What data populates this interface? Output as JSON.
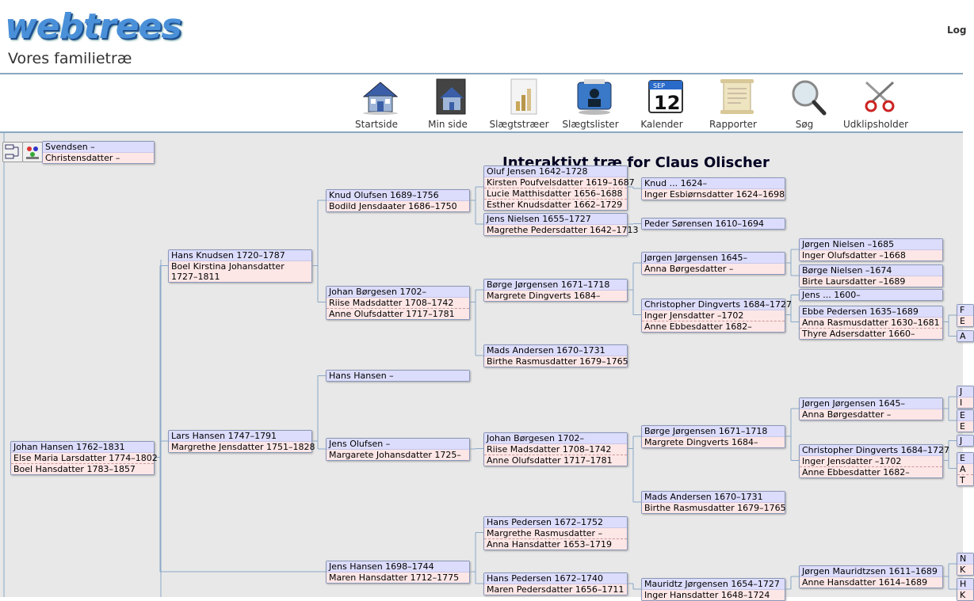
{
  "header": {
    "logo_text": "webtrees",
    "site_title": "Vores familietræ",
    "login_label": "Log"
  },
  "menu": [
    {
      "label": "Startside",
      "icon": "home-icon"
    },
    {
      "label": "Min side",
      "icon": "my-page-icon"
    },
    {
      "label": "Slægtstræer",
      "icon": "charts-icon"
    },
    {
      "label": "Slægtslister",
      "icon": "lists-icon"
    },
    {
      "label": "Kalender",
      "icon": "calendar-icon",
      "calendar_month": "SEP",
      "calendar_day": "12"
    },
    {
      "label": "Rapporter",
      "icon": "reports-scroll-icon"
    },
    {
      "label": "Søg",
      "icon": "search-magnifier-icon"
    },
    {
      "label": "Udklipsholder",
      "icon": "clippings-scissors-icon"
    }
  ],
  "chart": {
    "title": "Interaktivt træ for Claus Olischer",
    "boxes": [
      {
        "id": "b0",
        "lines": [
          {
            "t": "p",
            "text": "Svendsen –"
          },
          {
            "t": "s",
            "text": "Christensdatter –"
          }
        ]
      },
      {
        "id": "b1",
        "lines": [
          {
            "t": "p",
            "text": "Johan Hansen 1762–1831"
          },
          {
            "t": "s",
            "text": "Else Maria Larsdatter 1774–1802"
          },
          {
            "t": "s",
            "text": "Boel Hansdatter 1783–1857"
          }
        ]
      },
      {
        "id": "b2",
        "lines": [
          {
            "t": "p",
            "text": "Hans Knudsen 1720–1787"
          },
          {
            "t": "s",
            "text": "Boel Kirstina Johansdatter"
          },
          {
            "t": "s2",
            "text": "1727–1811"
          }
        ]
      },
      {
        "id": "b3",
        "lines": [
          {
            "t": "p",
            "text": "Lars Hansen 1747–1791"
          },
          {
            "t": "s",
            "text": "Margrethe Jensdatter 1751–1828"
          }
        ]
      },
      {
        "id": "b4",
        "lines": [
          {
            "t": "p",
            "text": "Knud Olufsen 1689–1756"
          },
          {
            "t": "s",
            "text": "Bodild Jensdaater 1686–1750"
          }
        ]
      },
      {
        "id": "b5",
        "lines": [
          {
            "t": "p",
            "text": "Johan Børgesen 1702–"
          },
          {
            "t": "s",
            "text": "Riise Madsdatter 1708–1742"
          },
          {
            "t": "s",
            "text": "Anne Olufsdatter 1717–1781"
          }
        ]
      },
      {
        "id": "b6",
        "lines": [
          {
            "t": "p",
            "text": "Hans Hansen –"
          }
        ]
      },
      {
        "id": "b7",
        "lines": [
          {
            "t": "p",
            "text": "Jens Olufsen –"
          },
          {
            "t": "s",
            "text": "Margarete Johansdatter 1725–"
          }
        ]
      },
      {
        "id": "b8",
        "lines": [
          {
            "t": "p",
            "text": "Jens Hansen 1698–1744"
          },
          {
            "t": "s",
            "text": "Maren Hansdatter 1712–1775"
          }
        ]
      },
      {
        "id": "b9",
        "lines": [
          {
            "t": "p",
            "text": "Oluf Jensen 1642–1728"
          },
          {
            "t": "s",
            "text": "Kirsten Poufvelsdatter 1619–1687"
          },
          {
            "t": "s",
            "text": "Lucie Matthisdatter 1656–1688"
          },
          {
            "t": "s",
            "text": "Esther Knudsdatter 1662–1729"
          }
        ]
      },
      {
        "id": "b10",
        "lines": [
          {
            "t": "p",
            "text": "Jens Nielsen 1655–1727"
          },
          {
            "t": "s",
            "text": "Magrethe Pedersdatter 1642–1713"
          }
        ]
      },
      {
        "id": "b11",
        "lines": [
          {
            "t": "p",
            "text": "Børge Jørgensen 1671–1718"
          },
          {
            "t": "s",
            "text": "Margrete Dingverts 1684–"
          }
        ]
      },
      {
        "id": "b12",
        "lines": [
          {
            "t": "p",
            "text": "Mads Andersen 1670–1731"
          },
          {
            "t": "s",
            "text": "Birthe Rasmusdatter 1679–1765"
          }
        ]
      },
      {
        "id": "b13",
        "lines": [
          {
            "t": "p",
            "text": "Johan Børgesen 1702–"
          },
          {
            "t": "s",
            "text": "Riise Madsdatter 1708–1742"
          },
          {
            "t": "s",
            "text": "Anne Olufsdatter 1717–1781"
          }
        ]
      },
      {
        "id": "b14",
        "lines": [
          {
            "t": "p",
            "text": "Hans Pedersen 1672–1752"
          },
          {
            "t": "s",
            "text": "Margrethe Rasmusdatter –"
          },
          {
            "t": "s",
            "text": "Anna Hansdatter 1653–1719"
          }
        ]
      },
      {
        "id": "b15",
        "lines": [
          {
            "t": "p",
            "text": "Hans Pedersen 1672–1740"
          },
          {
            "t": "s",
            "text": "Maren Pedersdatter 1656–1711"
          }
        ]
      },
      {
        "id": "b16",
        "lines": [
          {
            "t": "p",
            "text": "Knud ... 1624–"
          },
          {
            "t": "s",
            "text": "Inger Esbiørnsdatter 1624–1698"
          }
        ]
      },
      {
        "id": "b17",
        "lines": [
          {
            "t": "p",
            "text": "Peder Sørensen 1610–1694"
          }
        ]
      },
      {
        "id": "b18",
        "lines": [
          {
            "t": "p",
            "text": "Jørgen Jørgensen 1645–"
          },
          {
            "t": "s",
            "text": "Anna Børgesdatter –"
          }
        ]
      },
      {
        "id": "b19",
        "lines": [
          {
            "t": "p",
            "text": "Christopher Dingverts 1684–1727"
          },
          {
            "t": "s",
            "text": "Inger Jensdatter –1702"
          },
          {
            "t": "s",
            "text": "Anne Ebbesdatter 1682–"
          }
        ]
      },
      {
        "id": "b20",
        "lines": [
          {
            "t": "p",
            "text": "Børge Jørgensen 1671–1718"
          },
          {
            "t": "s",
            "text": "Margrete Dingverts 1684–"
          }
        ]
      },
      {
        "id": "b21",
        "lines": [
          {
            "t": "p",
            "text": "Mads Andersen 1670–1731"
          },
          {
            "t": "s",
            "text": "Birthe Rasmusdatter 1679–1765"
          }
        ]
      },
      {
        "id": "b22",
        "lines": [
          {
            "t": "p",
            "text": "Mauridtz Jørgensen 1654–1727"
          },
          {
            "t": "s",
            "text": "Inger Hansdatter 1648–1724"
          }
        ]
      },
      {
        "id": "b23",
        "lines": [
          {
            "t": "p",
            "text": "Jørgen Nielsen –1685"
          },
          {
            "t": "s",
            "text": "Inger Olufsdatter –1668"
          }
        ]
      },
      {
        "id": "b24",
        "lines": [
          {
            "t": "p",
            "text": "Børge Nielsen –1674"
          },
          {
            "t": "s",
            "text": "Birte Laursdatter –1689"
          }
        ]
      },
      {
        "id": "b25",
        "lines": [
          {
            "t": "p",
            "text": "Jens ... 1600–"
          }
        ]
      },
      {
        "id": "b26",
        "lines": [
          {
            "t": "p",
            "text": "Ebbe Pedersen 1635–1689"
          },
          {
            "t": "s",
            "text": "Anna Rasmusdatter 1630–1681"
          },
          {
            "t": "s",
            "text": "Thyre Adsersdatter 1660–"
          }
        ]
      },
      {
        "id": "b27",
        "lines": [
          {
            "t": "p",
            "text": "Jørgen Jørgensen 1645–"
          },
          {
            "t": "s",
            "text": "Anna Børgesdatter –"
          }
        ]
      },
      {
        "id": "b28",
        "lines": [
          {
            "t": "p",
            "text": "Christopher Dingverts 1684–1727"
          },
          {
            "t": "s",
            "text": "Inger Jensdatter –1702"
          },
          {
            "t": "s",
            "text": "Anne Ebbesdatter 1682–"
          }
        ]
      },
      {
        "id": "b29",
        "lines": [
          {
            "t": "p",
            "text": "Jørgen Mauridtzsen 1611–1689"
          },
          {
            "t": "s",
            "text": "Anne Hansdatter 1614–1689"
          }
        ]
      },
      {
        "id": "b30",
        "lines": [
          {
            "t": "p",
            "text": "F"
          },
          {
            "t": "s",
            "text": "E"
          }
        ]
      },
      {
        "id": "b31",
        "lines": [
          {
            "t": "p",
            "text": "A"
          }
        ]
      },
      {
        "id": "b32",
        "lines": [
          {
            "t": "p",
            "text": "J"
          },
          {
            "t": "s",
            "text": "I"
          }
        ]
      },
      {
        "id": "b33",
        "lines": [
          {
            "t": "p",
            "text": "E"
          },
          {
            "t": "s",
            "text": "E"
          }
        ]
      },
      {
        "id": "b34",
        "lines": [
          {
            "t": "p",
            "text": "J"
          }
        ]
      },
      {
        "id": "b35",
        "lines": [
          {
            "t": "p",
            "text": "E"
          },
          {
            "t": "s",
            "text": "A"
          },
          {
            "t": "s",
            "text": "T"
          }
        ]
      },
      {
        "id": "b36",
        "lines": [
          {
            "t": "p",
            "text": "N"
          },
          {
            "t": "s",
            "text": "K"
          }
        ]
      },
      {
        "id": "b37",
        "lines": [
          {
            "t": "p",
            "text": "H"
          },
          {
            "t": "s",
            "text": "K"
          }
        ]
      }
    ]
  },
  "colors": {
    "person_bg": "#dcdcfc",
    "spouse_bg": "#fde6e6",
    "chart_bg": "#e8e8e8",
    "line": "#8aa8c8"
  }
}
